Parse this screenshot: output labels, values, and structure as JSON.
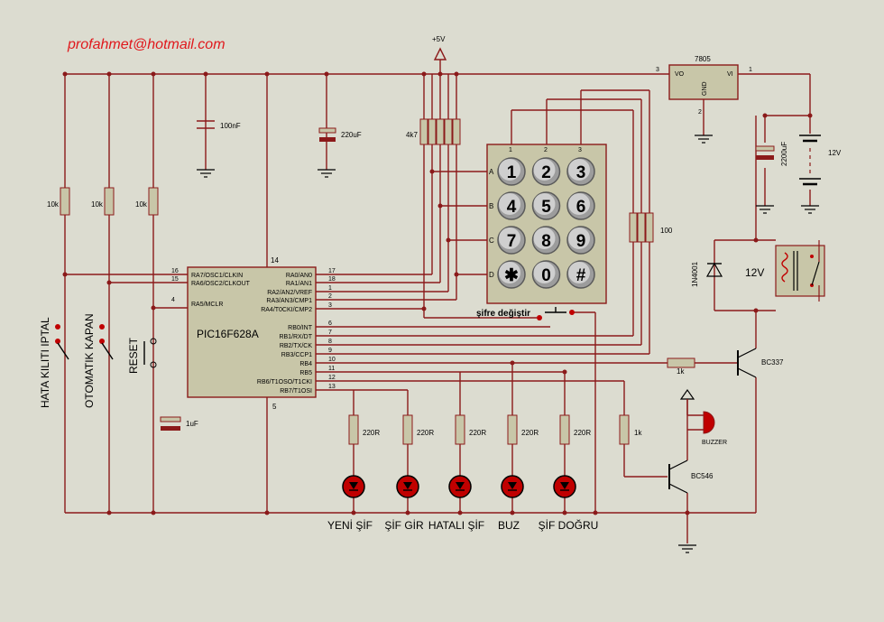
{
  "header": {
    "email": "profahmet@hotmail.com"
  },
  "colors": {
    "email": "#e0181c",
    "wire": "#8b1a1a",
    "component_fill": "#c8c6a8",
    "led": "#c00000",
    "background": "#dcdcd0"
  },
  "power": {
    "vcc_label": "+5V"
  },
  "regulator": {
    "name": "7805",
    "pin_in": "1",
    "pin_out": "3",
    "pin_gnd": "2",
    "label_vi": "VI",
    "label_vo": "VO",
    "label_gnd": "GND"
  },
  "battery": {
    "label": "12V"
  },
  "capacitors": {
    "c1": "100nF",
    "c2": "220uF",
    "c3": "1uF",
    "c4": "2200uF"
  },
  "resistors": {
    "pullup1": "10k",
    "pullup2": "10k",
    "pullup3": "10k",
    "network_left": "4k7",
    "network_right": "100",
    "led": [
      "220R",
      "220R",
      "220R",
      "220R",
      "220R"
    ],
    "base_relay": "1k",
    "base_buzzer": "1k"
  },
  "mcu": {
    "name": "PIC16F628A",
    "vdd_pin": "14",
    "vss_pin": "5",
    "left_pins": [
      {
        "num": "16",
        "label": "RA7/OSC1/CLKIN"
      },
      {
        "num": "15",
        "label": "RA6/OSC2/CLKOUT"
      },
      {
        "num": "4",
        "label": "RA5/MCLR"
      }
    ],
    "right_pins": [
      {
        "num": "17",
        "label": "RA0/AN0"
      },
      {
        "num": "18",
        "label": "RA1/AN1"
      },
      {
        "num": "1",
        "label": "RA2/AN2/VREF"
      },
      {
        "num": "2",
        "label": "RA3/AN3/CMP1"
      },
      {
        "num": "3",
        "label": "RA4/T0CKI/CMP2"
      },
      {
        "num": "6",
        "label": "RB0/INT"
      },
      {
        "num": "7",
        "label": "RB1/RX/DT"
      },
      {
        "num": "8",
        "label": "RB2/TX/CK"
      },
      {
        "num": "9",
        "label": "RB3/CCP1"
      },
      {
        "num": "10",
        "label": "RB4"
      },
      {
        "num": "11",
        "label": "RB5"
      },
      {
        "num": "12",
        "label": "RB6/T1OSO/T1CKI"
      },
      {
        "num": "13",
        "label": "RB7/T1OSI"
      }
    ]
  },
  "keypad": {
    "columns": [
      "1",
      "2",
      "3"
    ],
    "rows": [
      "A",
      "B",
      "C",
      "D"
    ],
    "keys": [
      "1",
      "2",
      "3",
      "4",
      "5",
      "6",
      "7",
      "8",
      "9",
      "✱",
      "0",
      "#"
    ]
  },
  "switches": {
    "hata": "HATA KILITI IPTAL",
    "otomatik": "OTOMATIK KAPAN",
    "reset": "RESET",
    "sifre": "şifre değiştir"
  },
  "relay": {
    "label": "12V",
    "diode": "1N4001"
  },
  "transistors": {
    "relay": "BC337",
    "buzzer": "BC546"
  },
  "buzzer": {
    "label": "BUZZER"
  },
  "leds": [
    "YENİ ŞİF",
    "ŞİF GİR",
    "HATALI ŞİF",
    "BUZ",
    "ŞİF DOĞRU"
  ]
}
